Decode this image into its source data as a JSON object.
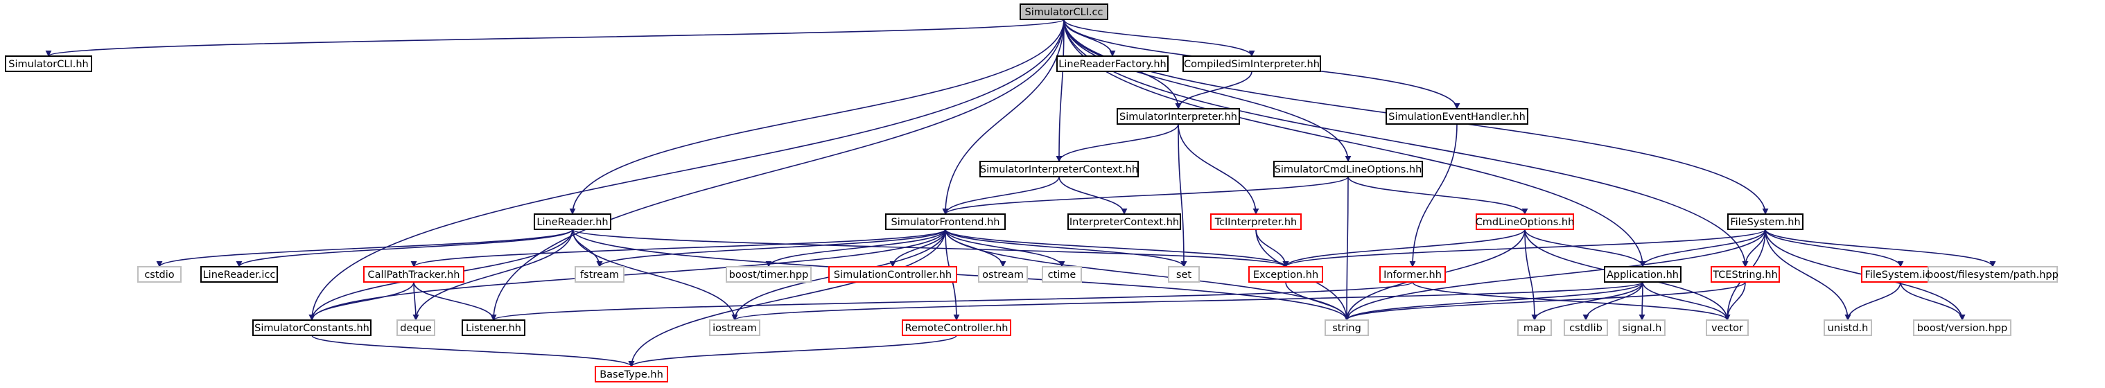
{
  "colors": {
    "edge": "#191970",
    "root_fill": "#bfbfbf",
    "root_border": "#000000",
    "documented_border": "#000000",
    "incomplete_border": "#ff0000",
    "external_border": "#bfbfbf",
    "node_fill": "#ffffff",
    "text": "#000000"
  },
  "nodes": [
    {
      "id": "root",
      "label": "SimulatorCLI.cc",
      "style": "root"
    },
    {
      "id": "simcli_hh",
      "label": "SimulatorCLI.hh",
      "style": "documented"
    },
    {
      "id": "linereaderfactory",
      "label": "LineReaderFactory.hh",
      "style": "documented"
    },
    {
      "id": "compiledsim",
      "label": "CompiledSimInterpreter.hh",
      "style": "documented"
    },
    {
      "id": "siminterp",
      "label": "SimulatorInterpreter.hh",
      "style": "documented"
    },
    {
      "id": "simevent",
      "label": "SimulationEventHandler.hh",
      "style": "documented"
    },
    {
      "id": "siminterpctx",
      "label": "SimulatorInterpreterContext.hh",
      "style": "documented"
    },
    {
      "id": "simcmdline",
      "label": "SimulatorCmdLineOptions.hh",
      "style": "documented"
    },
    {
      "id": "tclinterp",
      "label": "TclInterpreter.hh",
      "style": "incomplete"
    },
    {
      "id": "cmdlineopts",
      "label": "CmdLineOptions.hh",
      "style": "incomplete"
    },
    {
      "id": "filesystem_hh",
      "label": "FileSystem.hh",
      "style": "documented"
    },
    {
      "id": "linereader",
      "label": "LineReader.hh",
      "style": "documented"
    },
    {
      "id": "simfrontend",
      "label": "SimulatorFrontend.hh",
      "style": "documented"
    },
    {
      "id": "interpctx",
      "label": "InterpreterContext.hh",
      "style": "documented"
    },
    {
      "id": "cstdio",
      "label": "cstdio",
      "style": "external"
    },
    {
      "id": "linereader_icc",
      "label": "LineReader.icc",
      "style": "documented"
    },
    {
      "id": "callpath",
      "label": "CallPathTracker.hh",
      "style": "incomplete"
    },
    {
      "id": "fstream",
      "label": "fstream",
      "style": "external"
    },
    {
      "id": "boosttimer",
      "label": "boost/timer.hpp",
      "style": "external"
    },
    {
      "id": "simcontroller",
      "label": "SimulationController.hh",
      "style": "incomplete"
    },
    {
      "id": "ostream",
      "label": "ostream",
      "style": "external"
    },
    {
      "id": "ctime",
      "label": "ctime",
      "style": "external"
    },
    {
      "id": "set",
      "label": "set",
      "style": "external"
    },
    {
      "id": "exception",
      "label": "Exception.hh",
      "style": "incomplete"
    },
    {
      "id": "informer",
      "label": "Informer.hh",
      "style": "incomplete"
    },
    {
      "id": "application",
      "label": "Application.hh",
      "style": "documented"
    },
    {
      "id": "tcestring",
      "label": "TCEString.hh",
      "style": "incomplete"
    },
    {
      "id": "filesystem_icc",
      "label": "FileSystem.icc",
      "style": "incomplete"
    },
    {
      "id": "boostpath",
      "label": "boost/filesystem/path.hpp",
      "style": "external"
    },
    {
      "id": "simconstants",
      "label": "SimulatorConstants.hh",
      "style": "documented"
    },
    {
      "id": "deque",
      "label": "deque",
      "style": "external"
    },
    {
      "id": "listener",
      "label": "Listener.hh",
      "style": "documented"
    },
    {
      "id": "iostream",
      "label": "iostream",
      "style": "external"
    },
    {
      "id": "remotecontroller",
      "label": "RemoteController.hh",
      "style": "incomplete"
    },
    {
      "id": "string",
      "label": "string",
      "style": "external"
    },
    {
      "id": "map",
      "label": "map",
      "style": "external"
    },
    {
      "id": "cstdlib",
      "label": "cstdlib",
      "style": "external"
    },
    {
      "id": "signal",
      "label": "signal.h",
      "style": "external"
    },
    {
      "id": "vector",
      "label": "vector",
      "style": "external"
    },
    {
      "id": "unistd",
      "label": "unistd.h",
      "style": "external"
    },
    {
      "id": "boostversion",
      "label": "boost/version.hpp",
      "style": "external"
    },
    {
      "id": "basetype",
      "label": "BaseType.hh",
      "style": "incomplete"
    }
  ],
  "edges": [
    [
      "root",
      "simcli_hh"
    ],
    [
      "root",
      "linereaderfactory"
    ],
    [
      "root",
      "compiledsim"
    ],
    [
      "root",
      "siminterp"
    ],
    [
      "root",
      "simevent"
    ],
    [
      "root",
      "siminterpctx"
    ],
    [
      "root",
      "simcmdline"
    ],
    [
      "root",
      "application"
    ],
    [
      "root",
      "tcestring"
    ],
    [
      "root",
      "filesystem_hh"
    ],
    [
      "root",
      "linereader"
    ],
    [
      "root",
      "simfrontend"
    ],
    [
      "root",
      "listener"
    ],
    [
      "root",
      "simconstants"
    ],
    [
      "compiledsim",
      "siminterp"
    ],
    [
      "siminterp",
      "siminterpctx"
    ],
    [
      "siminterp",
      "tclinterp"
    ],
    [
      "siminterp",
      "set"
    ],
    [
      "siminterpctx",
      "simfrontend"
    ],
    [
      "siminterpctx",
      "interpctx"
    ],
    [
      "simcmdline",
      "simfrontend"
    ],
    [
      "simcmdline",
      "cmdlineopts"
    ],
    [
      "simcmdline",
      "string"
    ],
    [
      "simevent",
      "informer"
    ],
    [
      "tclinterp",
      "exception"
    ],
    [
      "tclinterp",
      "string"
    ],
    [
      "cmdlineopts",
      "exception"
    ],
    [
      "cmdlineopts",
      "application"
    ],
    [
      "cmdlineopts",
      "map"
    ],
    [
      "cmdlineopts",
      "string"
    ],
    [
      "cmdlineopts",
      "vector"
    ],
    [
      "filesystem_hh",
      "exception"
    ],
    [
      "filesystem_hh",
      "application"
    ],
    [
      "filesystem_hh",
      "tcestring"
    ],
    [
      "filesystem_hh",
      "filesystem_icc"
    ],
    [
      "filesystem_hh",
      "boostpath"
    ],
    [
      "filesystem_hh",
      "string"
    ],
    [
      "filesystem_hh",
      "vector"
    ],
    [
      "filesystem_hh",
      "unistd"
    ],
    [
      "filesystem_hh",
      "boostversion"
    ],
    [
      "linereader",
      "cstdio"
    ],
    [
      "linereader",
      "linereader_icc"
    ],
    [
      "linereader",
      "fstream"
    ],
    [
      "linereader",
      "exception"
    ],
    [
      "linereader",
      "simconstants"
    ],
    [
      "linereader",
      "iostream"
    ],
    [
      "linereader",
      "deque"
    ],
    [
      "linereader",
      "string"
    ],
    [
      "simfrontend",
      "callpath"
    ],
    [
      "simfrontend",
      "fstream"
    ],
    [
      "simfrontend",
      "boosttimer"
    ],
    [
      "simfrontend",
      "simcontroller"
    ],
    [
      "simfrontend",
      "ostream"
    ],
    [
      "simfrontend",
      "ctime"
    ],
    [
      "simfrontend",
      "set"
    ],
    [
      "simfrontend",
      "exception"
    ],
    [
      "simfrontend",
      "simconstants"
    ],
    [
      "simfrontend",
      "iostream"
    ],
    [
      "simfrontend",
      "remotecontroller"
    ],
    [
      "simfrontend",
      "string"
    ],
    [
      "simfrontend",
      "basetype"
    ],
    [
      "callpath",
      "simconstants"
    ],
    [
      "callpath",
      "deque"
    ],
    [
      "callpath",
      "listener"
    ],
    [
      "exception",
      "string"
    ],
    [
      "informer",
      "listener"
    ],
    [
      "informer",
      "vector"
    ],
    [
      "application",
      "iostream"
    ],
    [
      "application",
      "string"
    ],
    [
      "application",
      "map"
    ],
    [
      "application",
      "cstdlib"
    ],
    [
      "application",
      "signal"
    ],
    [
      "application",
      "vector"
    ],
    [
      "tcestring",
      "string"
    ],
    [
      "tcestring",
      "vector"
    ],
    [
      "filesystem_icc",
      "unistd"
    ],
    [
      "filesystem_icc",
      "boostversion"
    ],
    [
      "simconstants",
      "basetype"
    ],
    [
      "remotecontroller",
      "basetype"
    ]
  ]
}
